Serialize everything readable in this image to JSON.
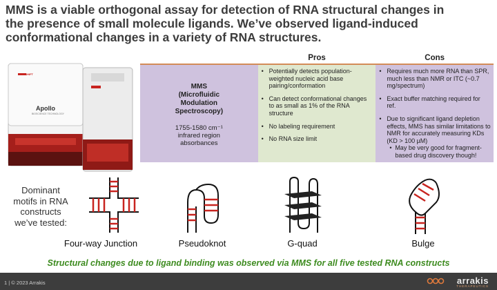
{
  "title": {
    "line1": "MMS is a viable orthogonal assay for detection of RNA structural changes in",
    "line2": "the presence of small molecule ligands. We’ve observed ligand-induced",
    "line3": "conformational changes in a variety of RNA structures."
  },
  "instrument": {
    "brand_label": "Apollo",
    "sub_label": "BIOSCIENCE TECHNOLOGY",
    "badge": "REDSHIFT"
  },
  "table": {
    "headers": {
      "blank": "",
      "pros": "Pros",
      "cons": "Cons"
    },
    "method": {
      "line1": "MMS",
      "line2": "(Microfluidic",
      "line3": "Modulation",
      "line4": "Spectroscopy)",
      "range1": "1755-1580 cm⁻¹",
      "range2": "infrared region",
      "range3": "absorbances"
    },
    "pros": [
      "Potentially detects population-weighted nucleic acid base pairing/conformation",
      "Can detect conformational changes to as small as 1% of the RNA structure",
      "No labeling requirement",
      "No RNA size limit"
    ],
    "cons": [
      "Requires much more RNA than SPR, much less than NMR or ITC (~0.7 mg/spectrum)",
      "Exact buffer matching required for ref.",
      "Due to significant ligand depletion effects, MMS has similar limitations to NMR for accurately measuring KDs (KD > 100 µM)"
    ],
    "cons_sub": "May be very good for fragment-based drug discovery though!"
  },
  "motifs": {
    "intro_line1": "Dominant",
    "intro_line2": "motifs in RNA",
    "intro_line3": "constructs",
    "intro_line4": "we’ve tested:",
    "labels": [
      "Four-way Junction",
      "Pseudoknot",
      "G-quad",
      "Bulge"
    ]
  },
  "footer_message": "Structural changes due to ligand binding was observed via MMS for all five tested RNA constructs",
  "bottom_bar": {
    "copyright": "1  |  © 2023 Arrakis",
    "brand": "arrakis",
    "brand_sub": "THERAPEUTICS"
  },
  "colors": {
    "title": "#3c3c3c",
    "pros_bg": "#dfe8cf",
    "cons_bg": "#cfc2de",
    "accent_green": "#3d8b1f",
    "motif_red": "#c8241f",
    "header_rule": "#d38b57"
  }
}
